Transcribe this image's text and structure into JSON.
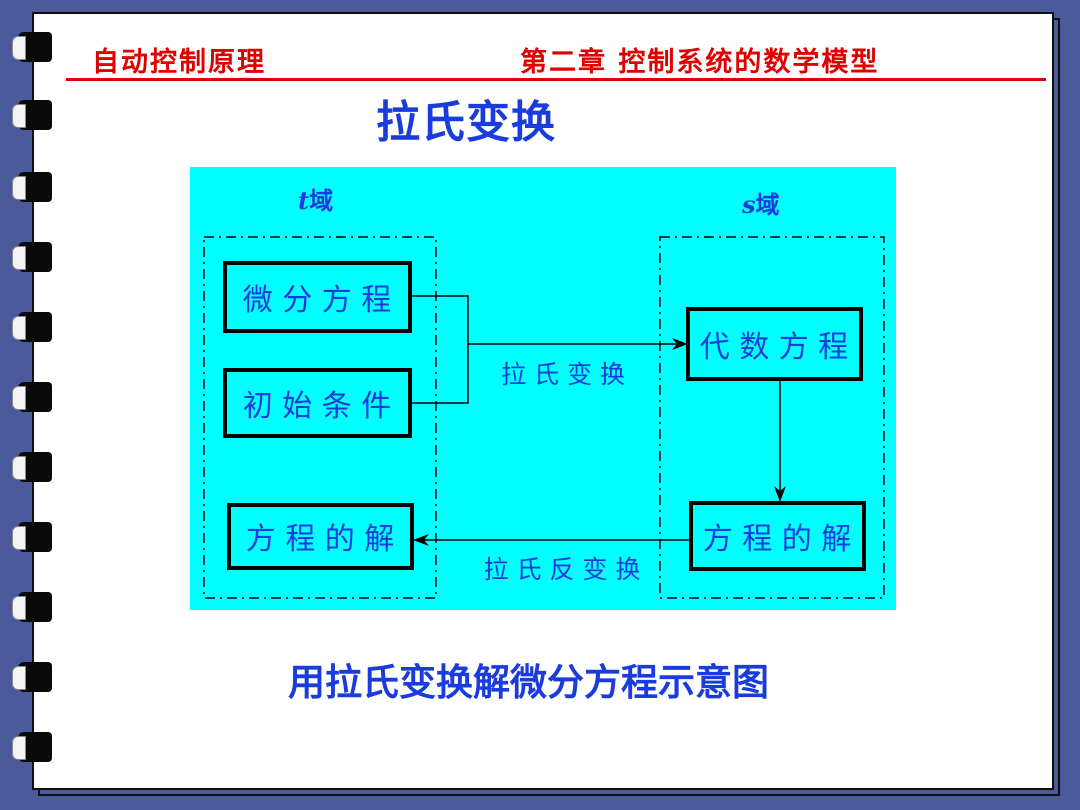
{
  "header": {
    "course": "自动控制原理",
    "chapter": "第二章  控制系统的数学模型"
  },
  "title": "拉氏变换",
  "diagram": {
    "t_domain_label": {
      "var": "t",
      "word": "域"
    },
    "s_domain_label": {
      "var": "s",
      "word": "域"
    },
    "boxes": {
      "differential_eq": "微 分 方 程",
      "initial_cond": "初 始 条 件",
      "algebraic_eq": "代 数 方 程",
      "s_solution": "方 程 的 解",
      "t_solution": "方 程 的 解"
    },
    "arrows": {
      "forward": "拉 氏 变 换",
      "inverse": "拉 氏 反 变 换"
    }
  },
  "caption": "用拉氏变换解微分方程示意图",
  "colors": {
    "background": "#4a5a9a",
    "header_red": "#e00000",
    "title_blue": "#1a3cdc",
    "diagram_bg": "#00ffff",
    "box_text_blue": "#1a3cdc"
  }
}
